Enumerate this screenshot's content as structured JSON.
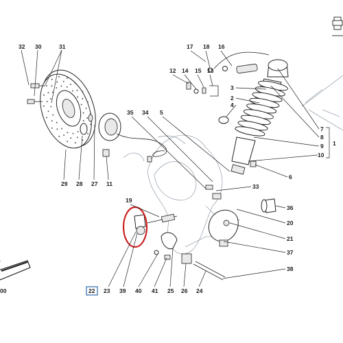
{
  "toolbar": {
    "print_icon": "printer-icon"
  },
  "labels": {
    "l32": "32",
    "l30": "30",
    "l31": "31",
    "l17": "17",
    "l18": "18",
    "l16": "16",
    "l12": "12",
    "l14": "14",
    "l15": "15",
    "l13": "13",
    "l3": "3",
    "l2": "2",
    "l4": "4",
    "l7": "7",
    "l8": "8",
    "l9": "9",
    "l10": "10",
    "l1": "1",
    "l6": "6",
    "l35": "35",
    "l34": "34",
    "l5": "5",
    "l29": "29",
    "l28": "28",
    "l27": "27",
    "l11": "11",
    "l33": "33",
    "l19": "19",
    "l36": "36",
    "l20": "20",
    "l21": "21",
    "l37": "37",
    "l38": "38",
    "l22": "22",
    "l23": "23",
    "l39": "39",
    "l40": "40",
    "l41": "41",
    "l25": "25",
    "l26": "26",
    "l24": "24",
    "fragment": "00"
  },
  "colors": {
    "highlight": "#cc1f1f",
    "selected_box": "#2b6cb0"
  },
  "selected_part": "22"
}
